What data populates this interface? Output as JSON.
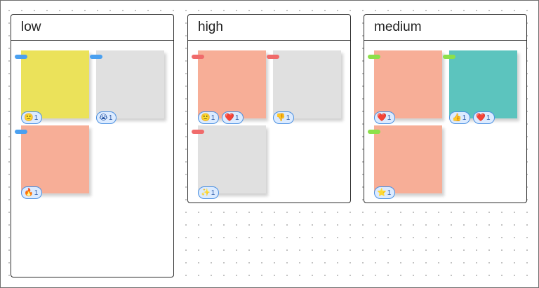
{
  "colors": {
    "yellow": "#ebe25a",
    "salmon": "#f7ae97",
    "gray": "#e0e0e0",
    "teal": "#5cc4be",
    "blue": "#4aa0f0",
    "red": "#f06b6b",
    "green": "#8de04a"
  },
  "columns": [
    {
      "title": "low",
      "tag_color": "#4aa0f0",
      "notes": [
        {
          "color": "#ebe25a",
          "reactions": [
            {
              "icon": "🙂",
              "count": "1"
            }
          ]
        },
        {
          "color": "#e0e0e0",
          "reactions": [
            {
              "icon": "😭",
              "count": "1"
            }
          ]
        },
        {
          "color": "#f7ae97",
          "reactions": [
            {
              "icon": "🔥",
              "count": "1"
            }
          ]
        }
      ]
    },
    {
      "title": "high",
      "tag_color": "#f06b6b",
      "notes": [
        {
          "color": "#f7ae97",
          "reactions": [
            {
              "icon": "🙂",
              "count": "1"
            },
            {
              "icon": "❤️",
              "count": "1"
            }
          ]
        },
        {
          "color": "#e0e0e0",
          "reactions": [
            {
              "icon": "👎",
              "count": "1"
            }
          ]
        },
        {
          "color": "#e0e0e0",
          "reactions": [
            {
              "icon": "✨",
              "count": "1"
            }
          ]
        }
      ]
    },
    {
      "title": "medium",
      "tag_color": "#8de04a",
      "notes": [
        {
          "color": "#f7ae97",
          "reactions": [
            {
              "icon": "❤️",
              "count": "1"
            }
          ]
        },
        {
          "color": "#5cc4be",
          "reactions": [
            {
              "icon": "👍",
              "count": "1"
            },
            {
              "icon": "❤️",
              "count": "1"
            }
          ]
        },
        {
          "color": "#f7ae97",
          "reactions": [
            {
              "icon": "⭐",
              "count": "1"
            }
          ]
        }
      ]
    }
  ]
}
